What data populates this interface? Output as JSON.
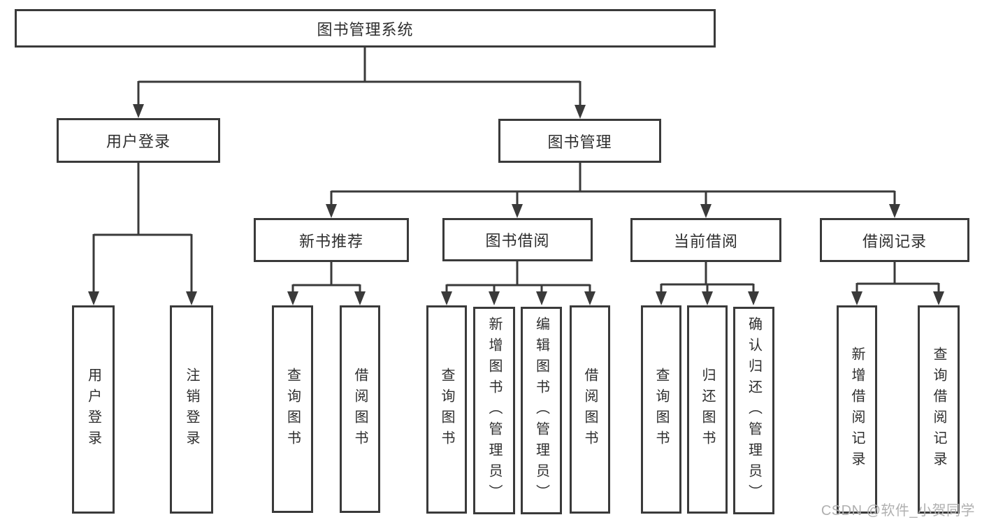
{
  "watermark": {
    "text": "CSDN @软件_小贺同学"
  },
  "colors": {
    "line": "#3a3a3a",
    "box_border": "#3a3a3a",
    "text": "#2e2e2e",
    "watermark": "#b0b0b0",
    "background": "#ffffff"
  },
  "tree": {
    "label": "图书管理系统",
    "children": [
      {
        "label": "用户登录",
        "children": [
          {
            "label": "用户登录"
          },
          {
            "label": "注销登录"
          }
        ]
      },
      {
        "label": "图书管理",
        "children": [
          {
            "label": "新书推荐",
            "children": [
              {
                "label": "查询图书"
              },
              {
                "label": "借阅图书"
              }
            ]
          },
          {
            "label": "图书借阅",
            "children": [
              {
                "label": "查询图书"
              },
              {
                "label": "新增图书（管理员）"
              },
              {
                "label": "编辑图书（管理员）"
              },
              {
                "label": "借阅图书"
              }
            ]
          },
          {
            "label": "当前借阅",
            "children": [
              {
                "label": "查询图书"
              },
              {
                "label": "归还图书"
              },
              {
                "label": "确认归还（管理员）"
              }
            ]
          },
          {
            "label": "借阅记录",
            "children": [
              {
                "label": "新增借阅记录"
              },
              {
                "label": "查询借阅记录"
              }
            ]
          }
        ]
      }
    ]
  }
}
